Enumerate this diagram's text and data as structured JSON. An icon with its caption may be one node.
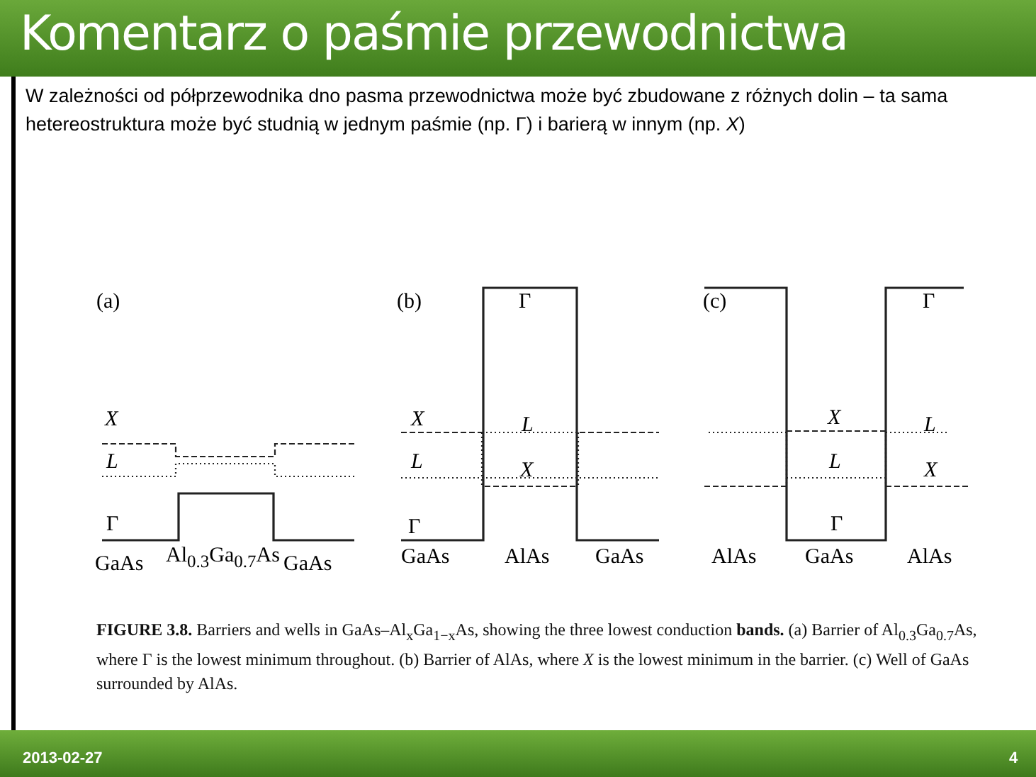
{
  "diagram": {
    "title": "Komentarz o paśmie przewodnictwa",
    "caption": "**FIGURE 3.8.** Barriers and wells in GaAs–Al$_{x}$Ga$_{1−x}$As, showing the three lowest conduction **bands.** (a) Barrier of Al$_{0.3}$Ga$_{0.7}$As, where Γ is the lowest minimum throughout. (b) Barrier of AlAs, where *X* is the lowest minimum in the barrier. (c) Well of GaAs surrounded by AlAs.",
    "labels": [
      "W zależności od półprzewodnika dno pasma przewodnictwa może być zbudowane z różnych dolin – ta sama hetereostruktura może być studnią w jednym paśmie (np. Γ) i barierą w innym (np. *X*)",
      "(a)",
      "X",
      "L",
      "Γ",
      "GaAs",
      "Al$_{0.3}$Ga$_{0.7}$As",
      "GaAs",
      "(b)",
      "Γ",
      "X",
      "L",
      "L",
      "X",
      "Γ",
      "GaAs",
      "AlAs",
      "GaAs",
      "(c)",
      "Γ",
      "X",
      "L",
      "L",
      "X",
      "Γ",
      "AlAs",
      "GaAs",
      "AlAs",
      "2013-02-27",
      "4"
    ]
  }
}
